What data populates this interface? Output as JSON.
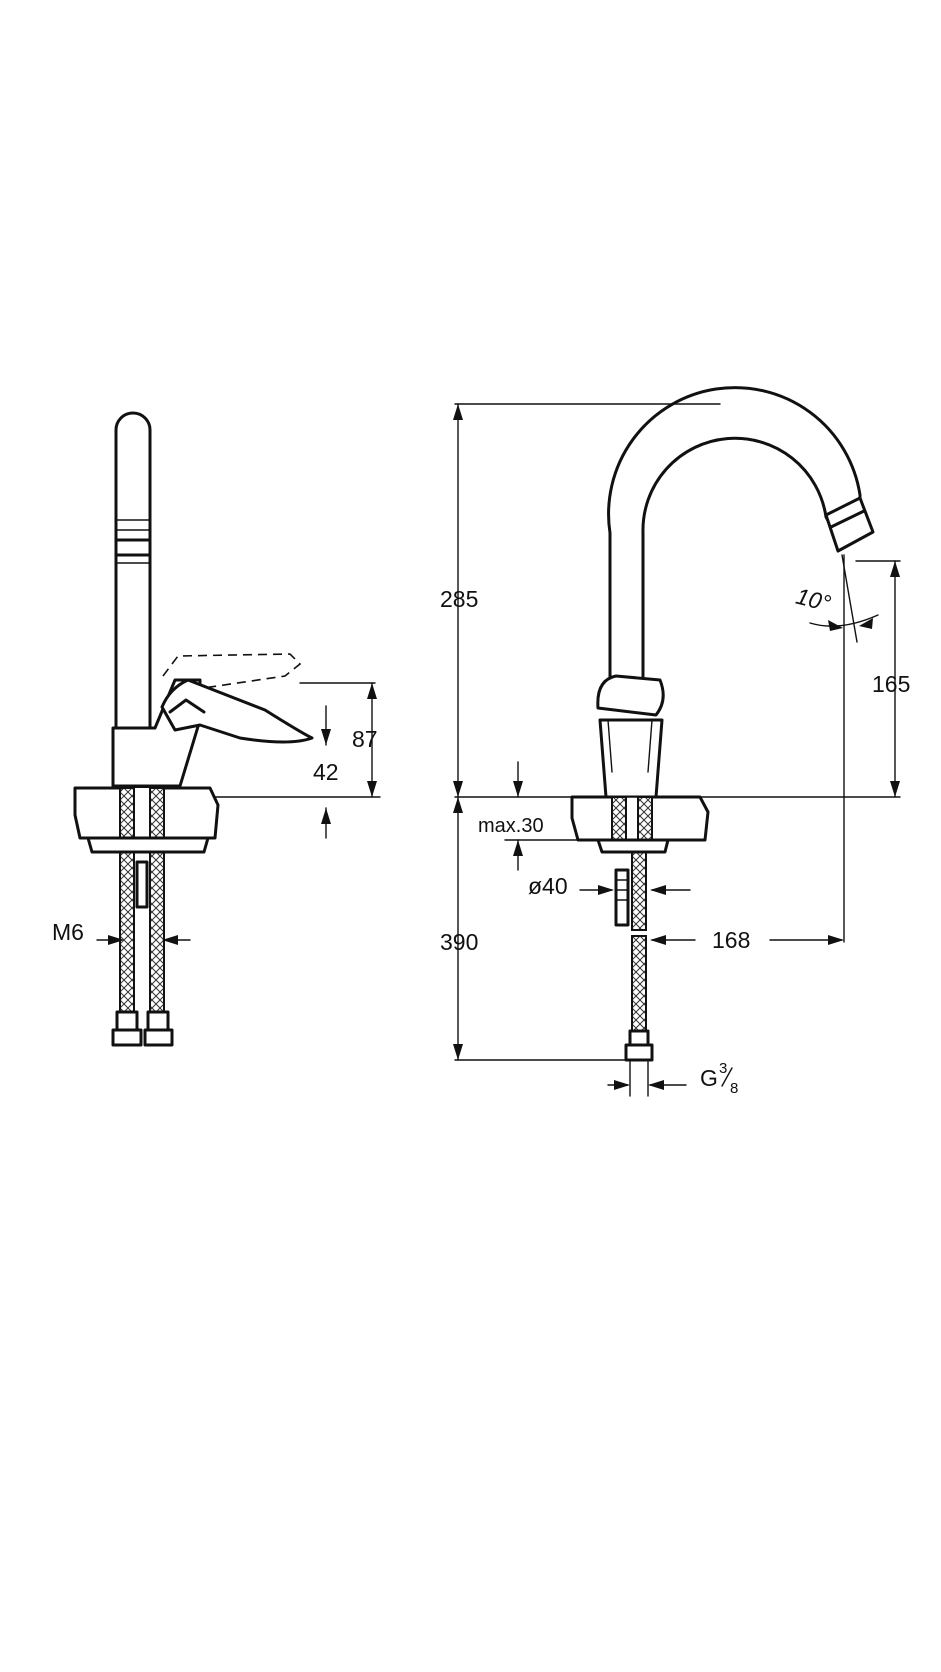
{
  "dimensions": {
    "height_total": "285",
    "handle_height": "87",
    "handle_lower": "42",
    "thread": "M6",
    "spout_angle": "10°",
    "spout_drop": "165",
    "counter_thickness": "max.30",
    "mount_diameter": "ø40",
    "below_counter": "390",
    "spout_reach": "168",
    "connection_g": "G",
    "connection_num": "3",
    "connection_den": "8"
  }
}
